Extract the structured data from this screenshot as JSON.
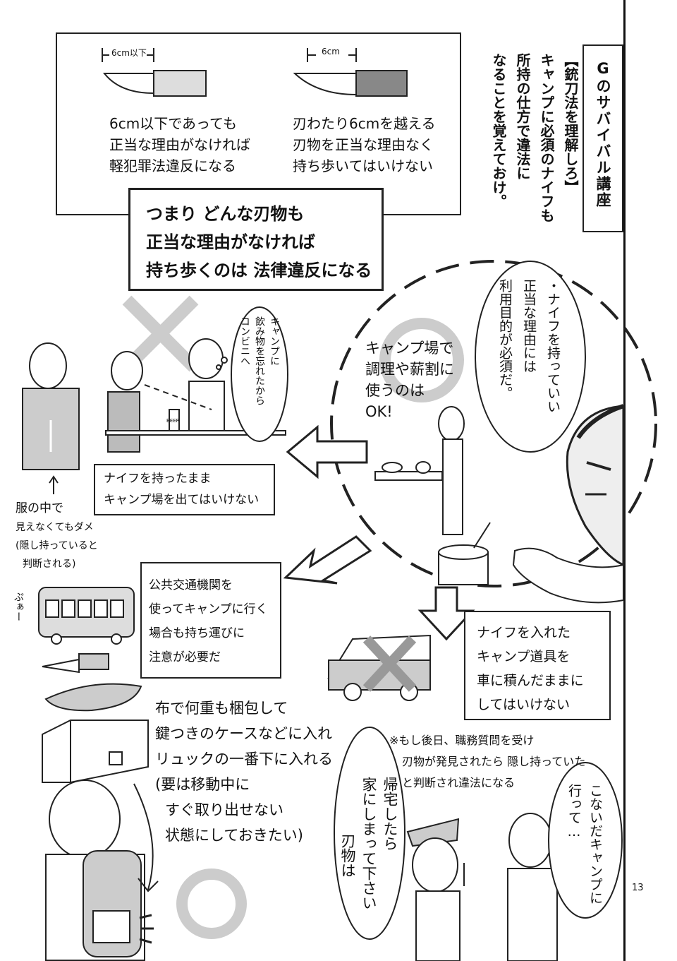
{
  "header": {
    "series_title": "Gのサバイバル講座",
    "lead_lines": [
      "【銃刀法を理解しろ】",
      "キャンプに必須のナイフも",
      "所持の仕方で違法に",
      "なることを覚えておけ。"
    ]
  },
  "knife_panel": {
    "left_size_label": "6cm以下",
    "right_size_label": "6cm",
    "left_lines": [
      "6cm以下であっても",
      "正当な理由がなければ",
      "軽犯罪法違反になる"
    ],
    "right_lines": [
      "刃わたり6cmを越える",
      "刃物を正当な理由なく",
      "持ち歩いてはいけない"
    ]
  },
  "summary_box": {
    "lines": [
      "つまり どんな刃物も",
      "正当な理由がなければ",
      "持ち歩くのは 法律違反になる"
    ]
  },
  "speech_g": {
    "lines": [
      "・ナイフを持っていい",
      "正当な理由には",
      "利用目的が必須だ。"
    ]
  },
  "camp_ok": {
    "lines": [
      "キャンプ場で",
      "調理や薪割に",
      "使うのは",
      "OK!"
    ]
  },
  "thought_bubble": {
    "lines": [
      "キャンプに",
      "飲み物を忘れたから",
      "コンビニへ"
    ]
  },
  "bottle_label": "BEER",
  "rule_leave_camp": {
    "lines": [
      "ナイフを持ったまま",
      "キャンプ場を出てはいけない"
    ]
  },
  "hidden_note": {
    "lines": [
      "服の中で",
      "見えなくてもダメ",
      "(隠し持っていると",
      "判断される)"
    ]
  },
  "transit_box": {
    "lines": [
      "公共交通機関を",
      "使ってキャンプに行く",
      "場合も持ち運びに",
      "注意が必要だ"
    ]
  },
  "train_sound": "ぷぁー",
  "car_box": {
    "lines": [
      "ナイフを入れた",
      "キャンプ道具を",
      "車に積んだままに",
      "してはいけない"
    ]
  },
  "packing_note": {
    "lines": [
      "布で何重も梱包して",
      "鍵つきのケースなどに入れ",
      "リュックの一番下に入れる",
      "(要は移動中に",
      "すぐ取り出せない",
      "状態にしておきたい)"
    ]
  },
  "footnote": {
    "lines": [
      "※もし後日、職務質問を受け",
      "刃物が発見されたら 隠し持っていた",
      "と判断され違法になる"
    ]
  },
  "police_speech": {
    "lines": [
      "帰宅したら",
      "家にしまって下さい",
      "刃物は"
    ]
  },
  "man_speech": {
    "lines": [
      "こないだキャンプに",
      "行って…"
    ]
  },
  "page_number": "13"
}
